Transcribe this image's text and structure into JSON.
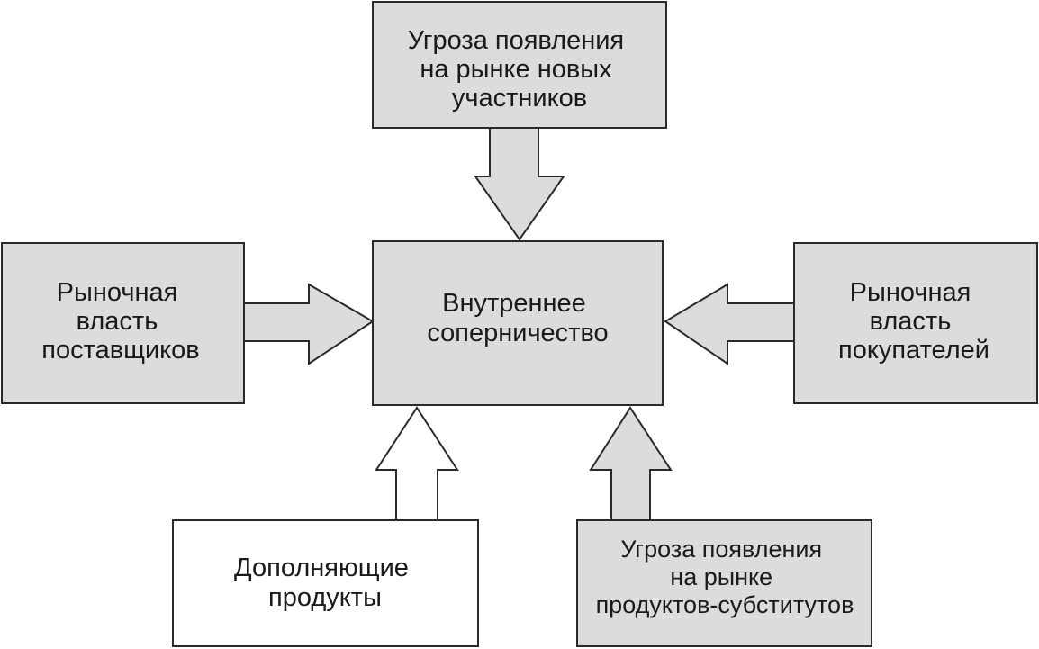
{
  "diagram": {
    "colors": {
      "box_fill": "#dcdcdc",
      "complement_fill": "#ffffff",
      "stroke": "#2a2a2a",
      "text": "#1a1a1a",
      "background": "#ffffff"
    },
    "boxes": {
      "new_entrants": [
        "Угроза появления",
        "на рынке новых",
        "участников"
      ],
      "suppliers": [
        "Рыночная",
        "власть",
        "поставщиков"
      ],
      "rivalry": [
        "Внутреннее",
        "соперничество"
      ],
      "buyers": [
        "Рыночная",
        "власть",
        "покупателей"
      ],
      "complements": [
        "Дополняющие",
        "продукты"
      ],
      "substitutes": [
        "Угроза появления",
        "на рынке",
        "продуктов-субститутов"
      ]
    }
  }
}
